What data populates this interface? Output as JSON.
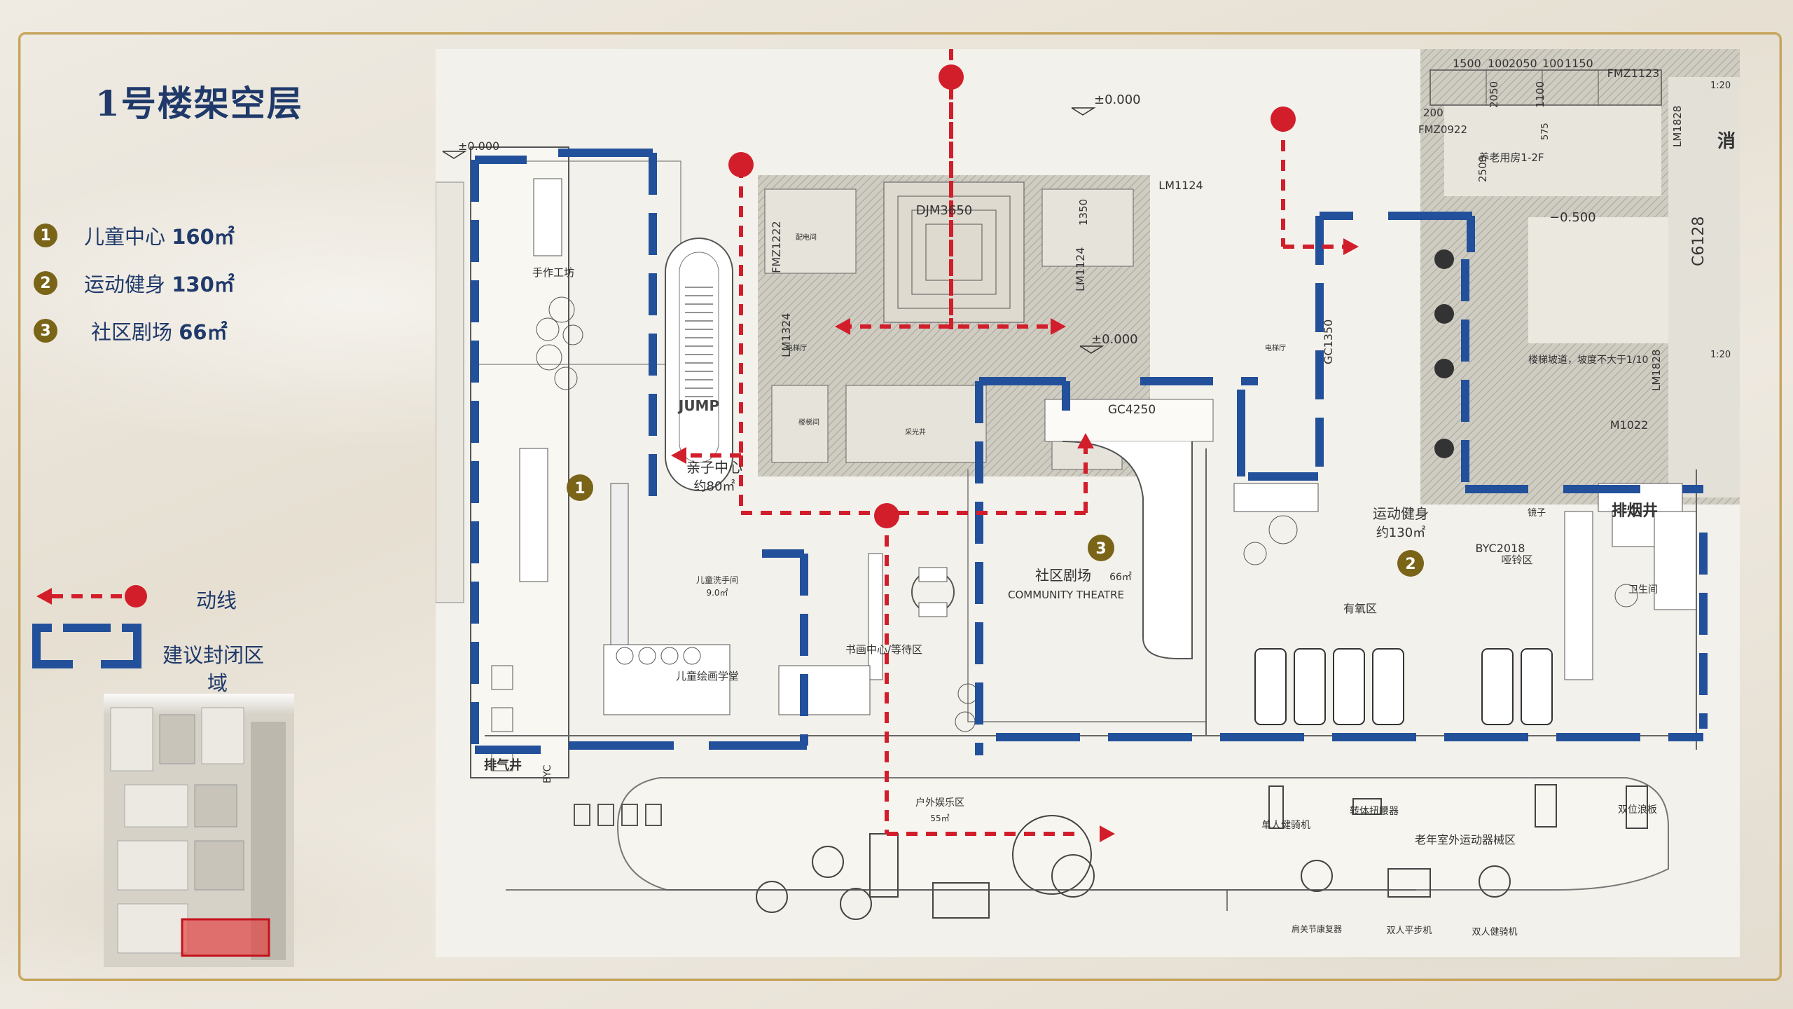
{
  "slide": {
    "title": "1号楼架空层"
  },
  "legend": {
    "items": [
      {
        "num": "1",
        "name": "儿童中心",
        "area": "160㎡"
      },
      {
        "num": "2",
        "name": "运动健身",
        "area": "130㎡"
      },
      {
        "num": "3",
        "name": "社区剧场",
        "area": "66㎡"
      }
    ],
    "flow_label": "动线",
    "enclosed_label_1": "建议封闭区",
    "enclosed_label_2": "域"
  },
  "colors": {
    "accent_blue": "#23509a",
    "flow_red": "#d21e2b",
    "badge_gold": "#7a6418",
    "frame_gold": "#c9a55a",
    "title_navy": "#1f3a6a"
  },
  "plan": {
    "elev_main": "±0.000",
    "elev_left": "±0.000",
    "elev_center": "±0.000",
    "elev_right": "−0.500",
    "room_handcraft": "手作工坊",
    "room_parent_child": "亲子中心",
    "room_parent_child_area": "约80㎡",
    "room_children_painting": "儿童绘画学堂",
    "room_children_wash": "儿童洗手间",
    "room_children_wash_area": "9.0㎡",
    "room_book_center": "书画中心/等待区",
    "room_theatre": "社区剧场",
    "room_theatre_area": "66㎡",
    "room_theatre_en": "COMMUNITY THEATRE",
    "room_fitness": "运动健身",
    "room_fitness_area": "约130㎡",
    "room_aerobic": "有氧区",
    "room_yoga": "哑铃区",
    "room_mirror": "镜子",
    "room_toilet": "卫生间",
    "room_smoke_right": "排烟井",
    "room_smoke_left": "排气井",
    "room_outdoor": "户外娱乐区",
    "room_outdoor_area": "55㎡",
    "room_elder_outdoor": "老年室外运动器械区",
    "room_elder_housing": "养老用房1-2F",
    "eq_single_bike": "单人健骑机",
    "eq_waist": "转体扭腰器",
    "eq_double_wave": "双位浪板",
    "eq_shoulder": "肩关节康复器",
    "eq_walker": "双人平步机",
    "eq_double_bike": "双人健骑机",
    "code_djm": "DJM3650",
    "code_lm1124a": "LM1124",
    "code_lm1124b": "LM1124",
    "code_gc4250": "GC4250",
    "code_gc1350": "GC1350",
    "code_fmz1222": "FMZ1222",
    "code_lm1324": "LM1324",
    "code_m1022": "M1022",
    "code_byc2018": "BYC2018",
    "code_c6128": "C6128",
    "code_lm1828a": "LM1828",
    "code_lm1828b": "LM1828",
    "code_fmz1123": "FMZ1123",
    "code_fmz0922": "FMZ0922",
    "code_byc": "BYC",
    "dim_1500": "1500",
    "dim_100a": "100",
    "dim_2050": "2050",
    "dim_100b": "100",
    "dim_1150": "1150",
    "dim_2500": "2500",
    "dim_1350": "1350",
    "dim_200": "200",
    "scale_1": "1:20",
    "scale_2": "1:20",
    "dim_2050v": "2050",
    "dim_1100": "1100",
    "dim_575": "575",
    "note_ramp": "楼梯坡道，坡度不大于1/10",
    "note_xiao": "消",
    "jump_label": "JUMP",
    "lbl_elev_hall": "电梯厅",
    "lbl_elev_hall2": "电梯厅",
    "lbl_power": "配电间",
    "lbl_water": "采光井",
    "lbl_stairs": "楼梯间",
    "badge_1": "1",
    "badge_2": "2",
    "badge_3": "3"
  }
}
